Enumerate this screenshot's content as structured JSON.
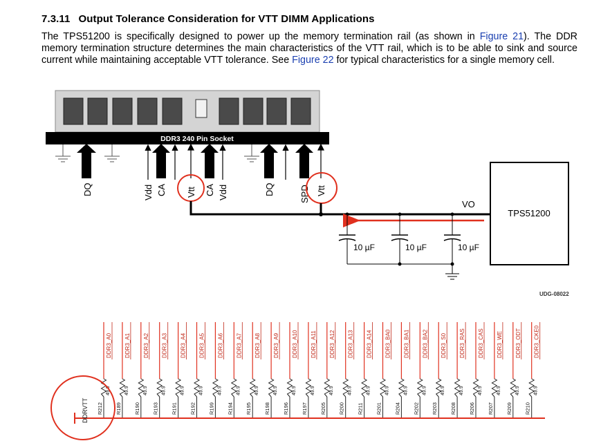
{
  "section": {
    "number": "7.3.11",
    "title": "Output Tolerance Consideration for VTT DIMM Applications"
  },
  "paragraph": {
    "part1": "The TPS51200 is specifically designed to power up the memory termination rail (as shown in ",
    "link1": "Figure 21",
    "part2": "). The DDR memory termination structure determines the main characteristics of the VTT rail, which is to be able to sink and source current while maintaining acceptable VTT tolerance. See ",
    "link2": "Figure 22",
    "part3": " for typical characteristics for a single memory cell."
  },
  "diagram": {
    "socket_label": "DDR3 240 Pin Socket",
    "pin_labels": [
      "DQ",
      "Vdd",
      "CA",
      "Vtt",
      "CA",
      "Vdd",
      "DQ",
      "SPD",
      "Vtt"
    ],
    "vo_label": "VO",
    "ic_label": "TPS51200",
    "capacitors": [
      "10 µF",
      "10 µF",
      "10 µF"
    ],
    "figure_id": "UDG-08022",
    "colors": {
      "highlight": "#e0301e",
      "link": "#1a3fb0"
    }
  },
  "schematic": {
    "nets": [
      "DDR3_A0",
      "DDR3_A1",
      "DDR3_A2",
      "DDR3_A3",
      "DDR3_A4",
      "DDR3_A5",
      "DDR3_A6",
      "DDR3_A7",
      "DDR3_A8",
      "DDR3_A9",
      "DDR3_A10",
      "DDR3_A11",
      "DDR3_A12",
      "DDR3_A13",
      "DDR3_A14",
      "DDR3_BA0",
      "DDR3_BA1",
      "DDR3_BA2",
      "DDR3_S0",
      "DDR3_RAS",
      "DDR3_CAS",
      "DDR3_WE",
      "DDR3_ODT",
      "DDR3_CKE0"
    ],
    "resistors": [
      "R212",
      "R189",
      "R190",
      "R193",
      "R191",
      "R192",
      "R199",
      "R194",
      "R195",
      "R198",
      "R196",
      "R197",
      "R205",
      "R200",
      "R211",
      "R201",
      "R204",
      "R202",
      "R203",
      "R208",
      "R206",
      "R207",
      "R209",
      "R210"
    ],
    "resistor_values": [
      "49.9",
      "49.9",
      "49.9",
      "49.9",
      "49.9",
      "49.9",
      "49.9",
      "49.9",
      "49.9",
      "49.9",
      "49.9",
      "49.9",
      "49.9",
      "49.9",
      "49.9",
      "49.9",
      "49.9",
      "49.9",
      "49.9",
      "49.9",
      "49.9",
      "49.9",
      "49.9",
      "49.9"
    ],
    "rail_label": "DDRVTT"
  }
}
